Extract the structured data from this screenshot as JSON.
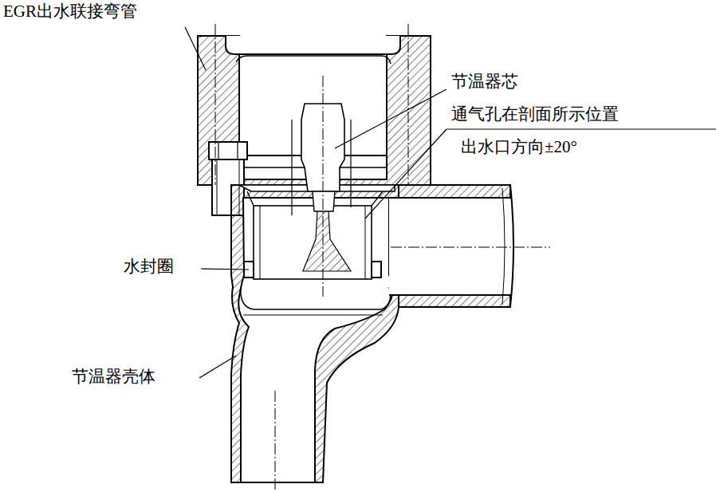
{
  "diagram": {
    "labels": [
      "EGR出水联接弯管",
      "节温器芯",
      "通气孔在剖面所示位置",
      "出水口方向±20°",
      "水封圈",
      "节温器壳体"
    ]
  }
}
